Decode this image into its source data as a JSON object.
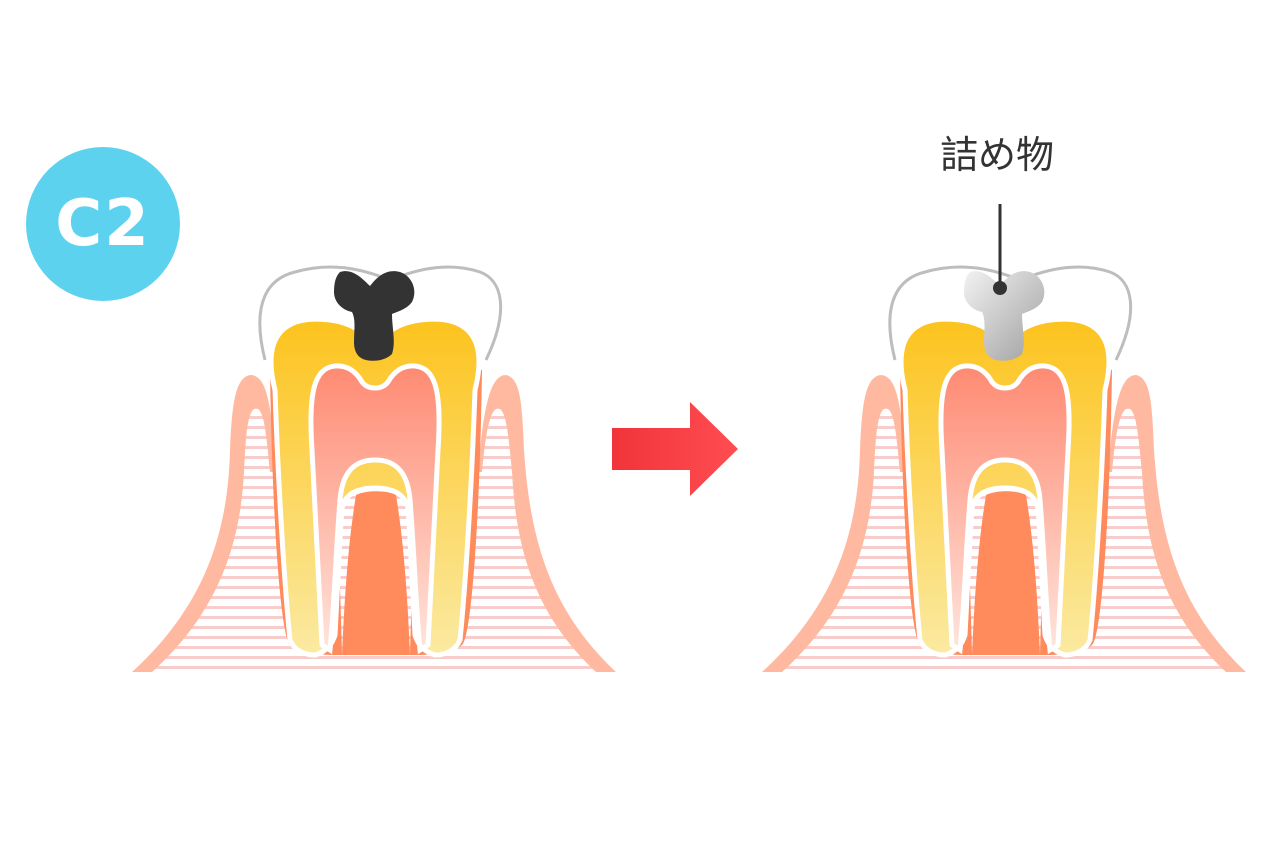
{
  "stage_badge": {
    "label": "C2",
    "color": "#5dd2ef"
  },
  "callout": {
    "label": "詰め物"
  },
  "colors": {
    "gum": "#ffb9a0",
    "gum_stripe": "#f9cccc",
    "root_outline": "#ff8a5c",
    "dentin_top": "#fcc31d",
    "dentin_bottom": "#fbeaa2",
    "pulp_top": "#fe8a72",
    "pulp_bottom": "#ffe4dc",
    "enamel_outline": "#bdbdbd",
    "caries": "#333333",
    "filling": "#c8c8c8",
    "arrow_start": "#f0343a",
    "arrow_end": "#ff4d52",
    "pointer": "#333333"
  },
  "icons": {
    "tooth_before": "tooth-with-caries",
    "tooth_after": "tooth-with-filling",
    "arrow": "arrow-right-icon"
  }
}
